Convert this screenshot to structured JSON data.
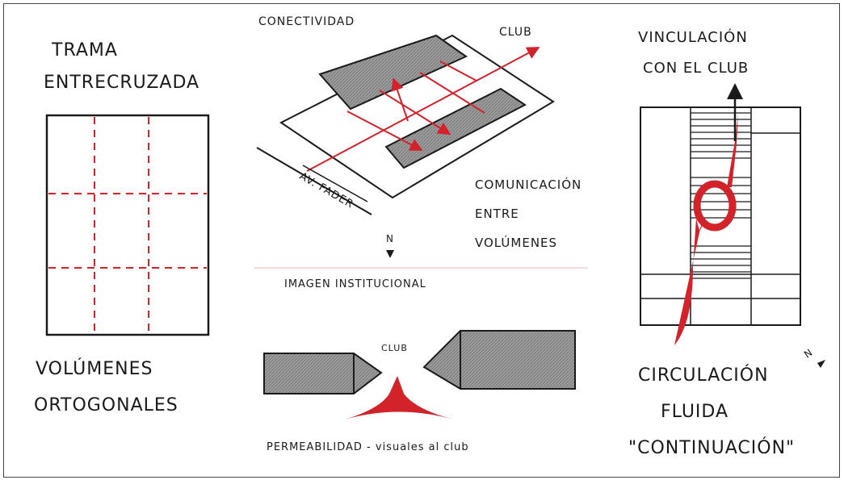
{
  "left": {
    "title_line1": "TRAMA",
    "title_line2": "ENTRECRUZADA",
    "caption_line1": "VOLÚMENES",
    "caption_line2": "ORTOGONALES"
  },
  "center_top": {
    "title": "CONECTIVIDAD",
    "club": "CLUB",
    "avenue": "AV. FADER",
    "comm_line1": "COMUNICACIÓN",
    "comm_line2": "ENTRE",
    "comm_line3": "VOLÚMENES",
    "north": "N"
  },
  "center_bottom": {
    "title": "IMAGEN INSTITUCIONAL",
    "club": "CLUB",
    "caption": "PERMEABILIDAD - visuales al club"
  },
  "right": {
    "title_line1": "VINCULACIÓN",
    "title_line2": "CON EL CLUB",
    "caption_line1": "CIRCULACIÓN",
    "caption_line2": "FLUIDA",
    "caption_line3": "\"CONTINUACIÓN\"",
    "north": "N"
  },
  "colors": {
    "accent_red": "#d2222a",
    "ink": "#1a1a1a",
    "shade": "#9a9a9a"
  }
}
